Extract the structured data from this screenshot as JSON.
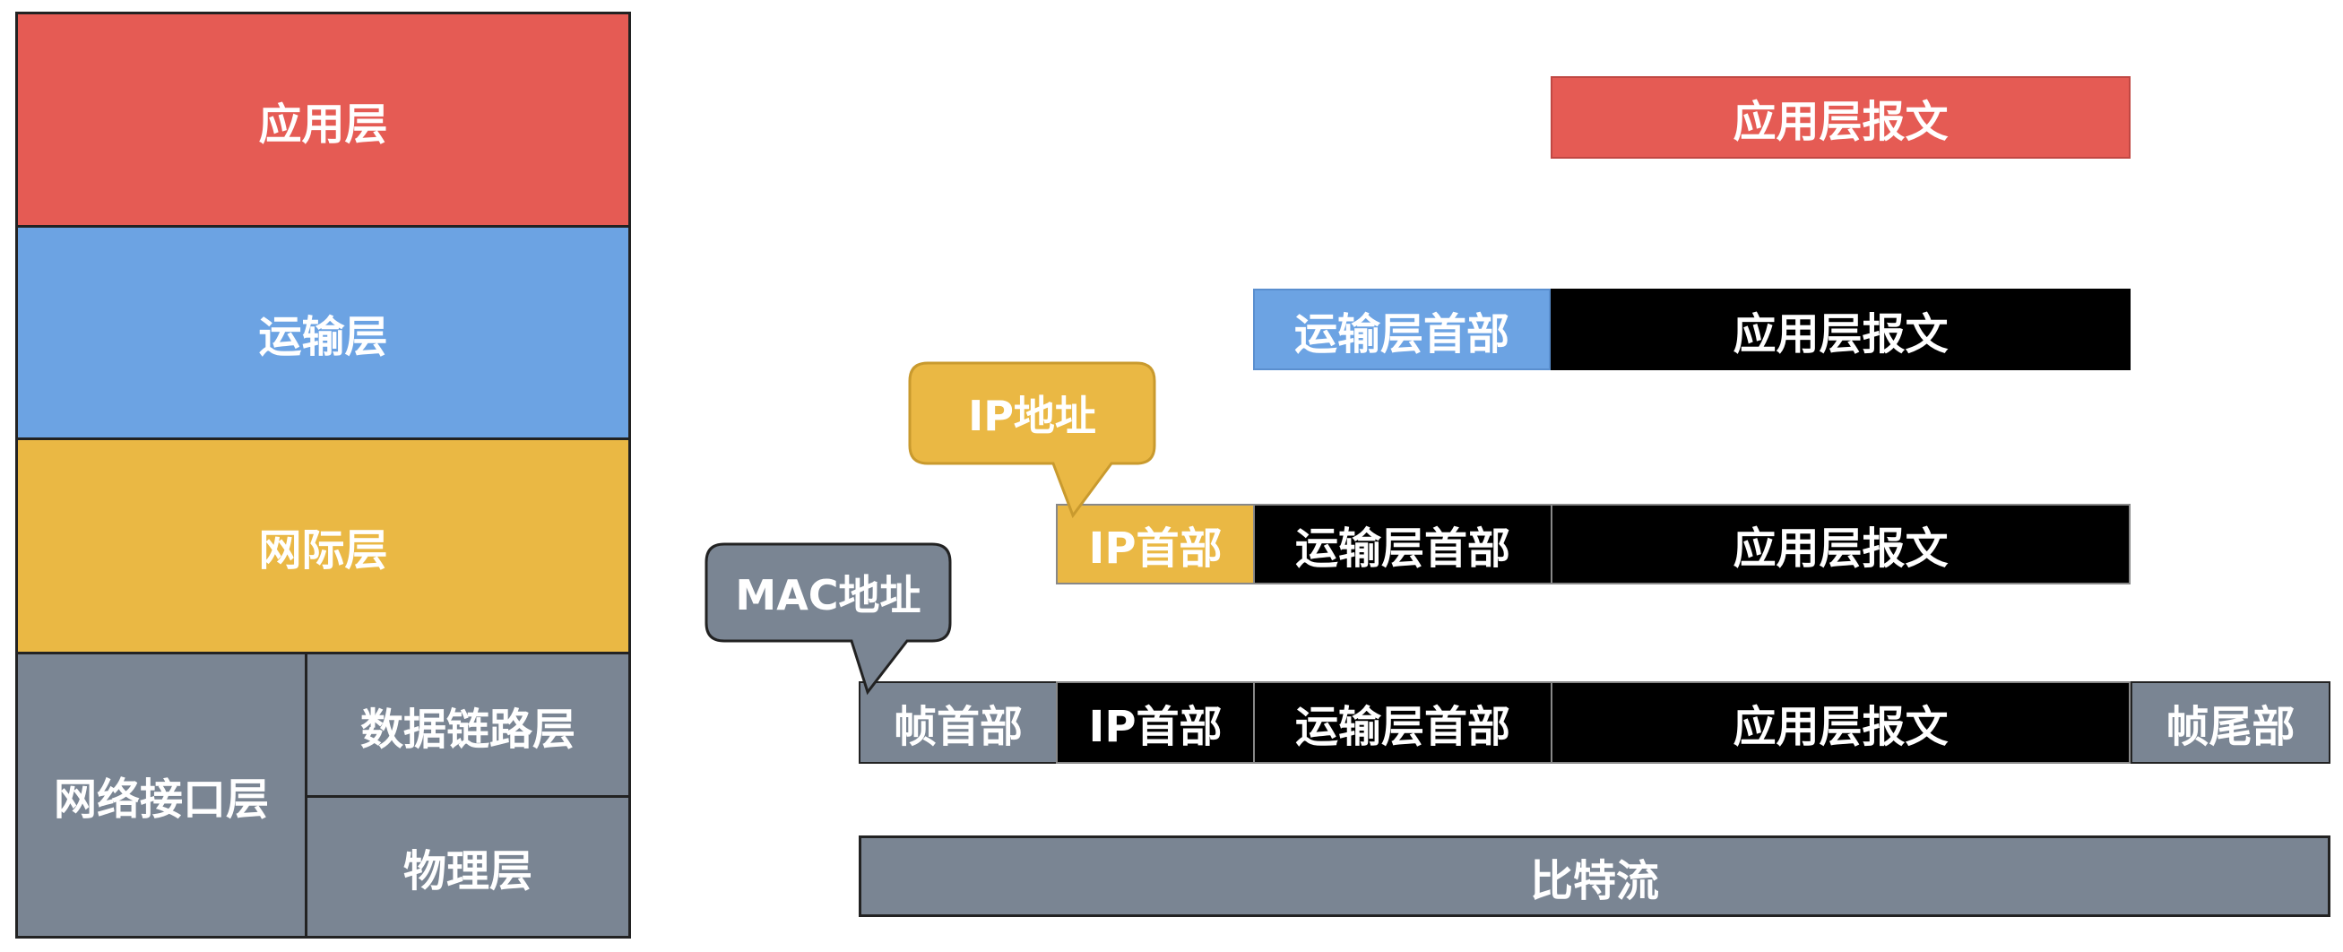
{
  "stack": {
    "app": "应用层",
    "transport": "运输层",
    "internet": "网际层",
    "netif": "网络接口层",
    "datalink": "数据链路层",
    "physical": "物理层"
  },
  "packets": {
    "app_msg": "应用层报文",
    "transport_hdr": "运输层首部",
    "ip_hdr": "IP首部",
    "frame_hdr": "帧首部",
    "frame_tail": "帧尾部",
    "bitstream": "比特流"
  },
  "callouts": {
    "ip": "IP地址",
    "mac": "MAC地址"
  },
  "colors": {
    "red": "#E55B54",
    "blue": "#6CA3E3",
    "yellow": "#EAB844",
    "gray": "#7A8593"
  }
}
